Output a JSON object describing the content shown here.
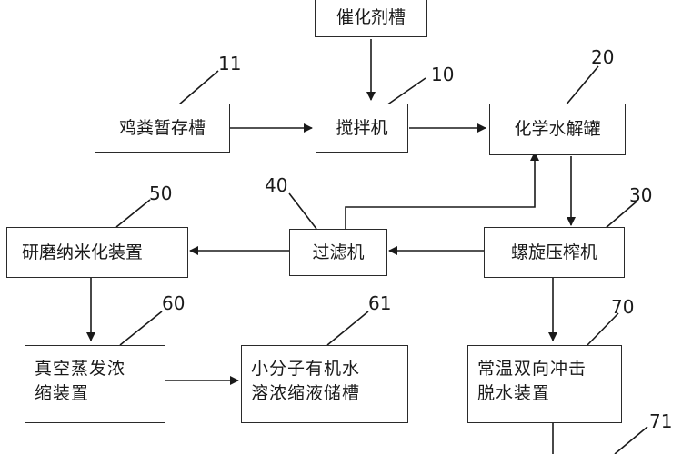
{
  "boxes": {
    "catalyst_tank": "催化剂槽",
    "manure_storage": "鸡粪暂存槽",
    "mixer": "搅拌机",
    "hydrolysis_tank": "化学水解罐",
    "screw_press": "螺旋压榨机",
    "filter": "过滤机",
    "nano_grinding": "研磨纳米化装置",
    "vacuum_evaporation": "真空蒸发浓\n缩装置",
    "concentrate_storage": "小分子有机水\n溶浓缩液储槽",
    "dewatering": "常温双向冲击\n脱水装置"
  },
  "refs": {
    "mixer": "10",
    "manure_storage": "11",
    "hydrolysis_tank": "20",
    "screw_press": "30",
    "filter": "40",
    "nano_grinding": "50",
    "vacuum_evaporation": "60",
    "concentrate_storage": "61",
    "dewatering": "70",
    "outlet": "71"
  }
}
